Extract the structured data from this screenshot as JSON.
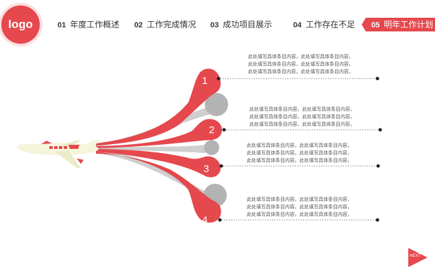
{
  "logo": {
    "text": "logo"
  },
  "nav": {
    "items": [
      {
        "num": "01",
        "label": "年度工作概述"
      },
      {
        "num": "02",
        "label": "工作完成情况"
      },
      {
        "num": "03",
        "label": "成功项目展示"
      },
      {
        "num": "04",
        "label": "工作存在不足"
      },
      {
        "num": "05",
        "label": "明年工作计划"
      }
    ],
    "active_index": 4
  },
  "petals": [
    {
      "number": "1",
      "lines": [
        "此处填写具体条目内容，此处填写具体条目内容，",
        "此处填写具体条目内容，此处填写具体条目内容，",
        "此处填写具体条目内容，此处填写具体条目内容，"
      ]
    },
    {
      "number": "2",
      "lines": [
        "此处填写具体条目内容，此处填写具体条目内容，",
        "此处填写具体条目内容，此处填写具体条目内容，",
        "此处填写具体条目内容，此处填写具体条目内容，"
      ]
    },
    {
      "number": "3",
      "lines": [
        "此处填写具体条目内容，此处填写具体条目内容，",
        "此处填写具体条目内容，此处填写具体条目内容，",
        "此处填写具体条目内容，此处填写具体条目内容，"
      ]
    },
    {
      "number": "4",
      "lines": [
        "此处填写具体条目内容，此处填写具体条目内容，",
        "此处填写具体条目内容，此处填写具体条目内容，",
        "此处填写具体条目内容，此处填写具体条目内容，"
      ]
    }
  ],
  "next": {
    "label": "NEXT"
  },
  "colors": {
    "accent": "#e5484d",
    "gray": "#b3b3b3",
    "plane": "#f5f5dc"
  }
}
